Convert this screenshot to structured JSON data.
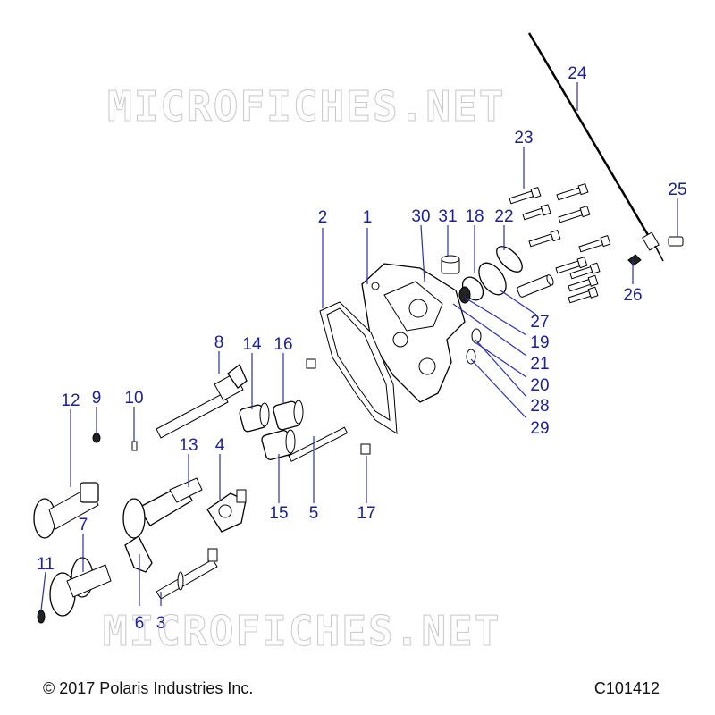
{
  "watermark_text": "MICROFICHES.NET",
  "footer": {
    "copyright": "© 2017 Polaris Industries Inc.",
    "figure_id": "C101412"
  },
  "callouts": [
    "1",
    "2",
    "3",
    "4",
    "5",
    "6",
    "7",
    "8",
    "9",
    "10",
    "11",
    "12",
    "13",
    "14",
    "15",
    "16",
    "17",
    "18",
    "19",
    "20",
    "21",
    "22",
    "23",
    "24",
    "25",
    "26",
    "27",
    "28",
    "29",
    "30",
    "31"
  ],
  "colors": {
    "callout": "#1a1f9e",
    "line": "#000000",
    "watermark": "#c8c8c8"
  }
}
